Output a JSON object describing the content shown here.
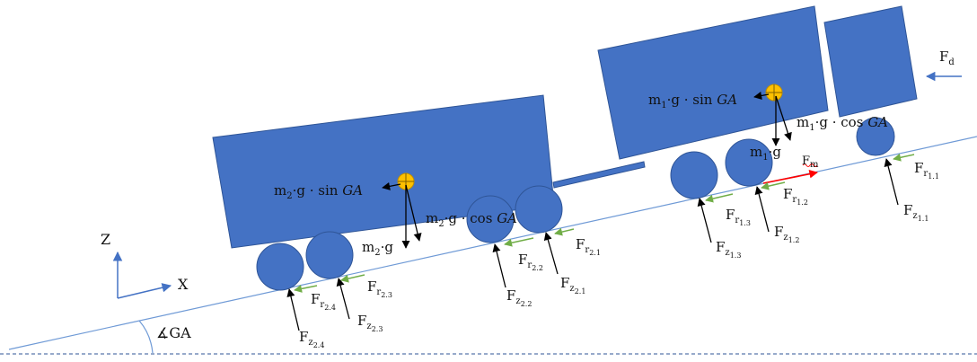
{
  "axes": {
    "z_label": "Z",
    "x_label": "X",
    "angle_label": "∡GA"
  },
  "forces": {
    "f_d": {
      "base": "F",
      "sub": "d"
    },
    "f_m": {
      "base": "F",
      "sub": "m"
    },
    "trailer_weight_x": {
      "pre": "m",
      "sub": "2",
      "mid": "·g · sin ",
      "it": "GA"
    },
    "trailer_weight_z": {
      "pre": "m",
      "sub": "2",
      "mid": "·g · cos ",
      "it": "GA"
    },
    "trailer_weight": {
      "pre": "m",
      "sub": "2",
      "mid": "·g"
    },
    "truck_weight_x": {
      "pre": "m",
      "sub": "1",
      "mid": "·g · sin ",
      "it": "GA"
    },
    "truck_weight_z": {
      "pre": "m",
      "sub": "1",
      "mid": "·g · cos ",
      "it": "GA"
    },
    "truck_weight": {
      "pre": "m",
      "sub": "1",
      "mid": "·g"
    },
    "wheel_forces": [
      {
        "base": "F",
        "sub": "r",
        "sub2": "1.1"
      },
      {
        "base": "F",
        "sub": "z",
        "sub2": "1.1"
      },
      {
        "base": "F",
        "sub": "r",
        "sub2": "1.2"
      },
      {
        "base": "F",
        "sub": "z",
        "sub2": "1.2"
      },
      {
        "base": "F",
        "sub": "r",
        "sub2": "1.3"
      },
      {
        "base": "F",
        "sub": "z",
        "sub2": "1.3"
      },
      {
        "base": "F",
        "sub": "r",
        "sub2": "2.1"
      },
      {
        "base": "F",
        "sub": "z",
        "sub2": "2.1"
      },
      {
        "base": "F",
        "sub": "r",
        "sub2": "2.2"
      },
      {
        "base": "F",
        "sub": "z",
        "sub2": "2.2"
      },
      {
        "base": "F",
        "sub": "r",
        "sub2": "2.3"
      },
      {
        "base": "F",
        "sub": "z",
        "sub2": "2.3"
      },
      {
        "base": "F",
        "sub": "r",
        "sub2": "2.4"
      },
      {
        "base": "F",
        "sub": "z",
        "sub2": "2.4"
      }
    ]
  },
  "colors": {
    "body": "#4472c4",
    "body_stroke": "#2f5597",
    "ground": "#6f9ad6",
    "arrow": "#000000",
    "rolling": "#70ad47",
    "drive": "#ff0000",
    "cog": "#ffc000"
  }
}
